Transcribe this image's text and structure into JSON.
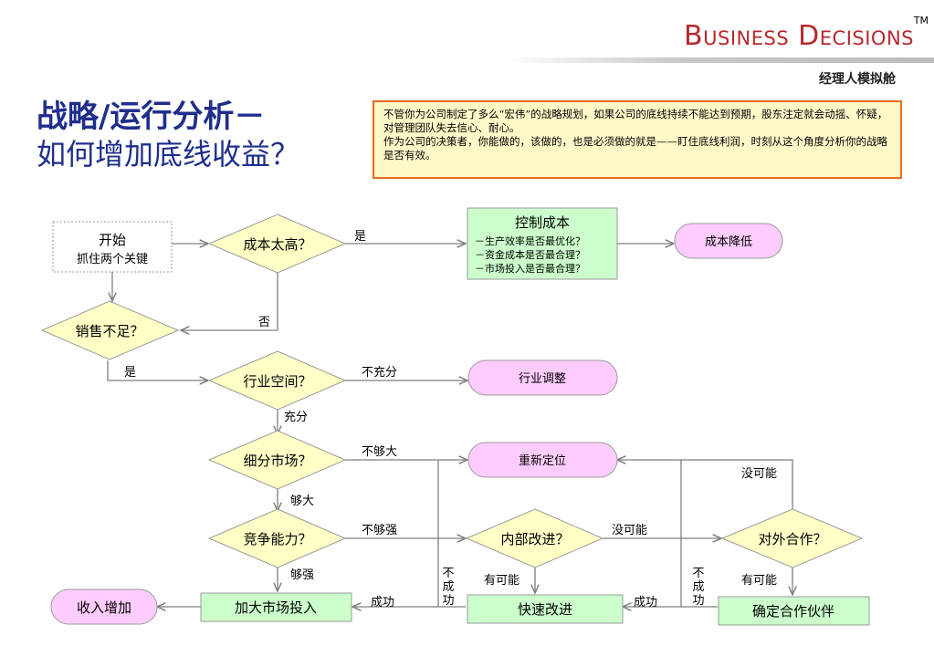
{
  "header": {
    "brand": "Business Decisions",
    "tm": "TM",
    "subtitle": "经理人模拟舱"
  },
  "title": {
    "line1": "战略/运行分析－",
    "line2": "如何增加底线收益？"
  },
  "note": {
    "p1": "不管你为公司制定了多么“宏伟”的战略规划，如果公司的底线持续不能达到预期，股东注定就会动摇、怀疑，对管理团队失去信心、耐心。",
    "p2": "作为公司的决策者，你能做的，该做的，也是必须做的就是——盯住底线利润，时刻从这个角度分析你的战略是否有效。"
  },
  "nodes": {
    "start": {
      "line1": "开始",
      "line2": "抓住两个关键"
    },
    "cost_high": "成本太高？",
    "control_cost": {
      "title": "控制成本",
      "items": [
        "－生产效率是否最优化？",
        "－资金成本是否最合理？",
        "－市场投入是否最合理？"
      ]
    },
    "cost_down": "成本降低",
    "sales_low": "销售不足？",
    "industry_space": "行业空间？",
    "industry_adjust": "行业调整",
    "segment": "细分市场？",
    "reposition": "重新定位",
    "competitive": "竞争能力？",
    "internal": "内部改进？",
    "external": "对外合作？",
    "revenue_up": "收入增加",
    "market_invest": "加大市场投入",
    "quick_improve": "快速改进",
    "partner": "确定合作伙伴"
  },
  "labels": {
    "yes1": "是",
    "no1": "否",
    "yes2": "是",
    "insufficient": "不充分",
    "sufficient": "充分",
    "not_big": "不够大",
    "big_enough": "够大",
    "not_strong": "不够强",
    "strong_enough": "够强",
    "impossible1": "没可能",
    "impossible2": "没可能",
    "possible1": "有可能",
    "possible2": "有可能",
    "fail1": "不成功",
    "fail2": "不成功",
    "success1": "成功",
    "success2": "成功"
  },
  "colors": {
    "brand": "#b8282e",
    "title": "#1f2e8c",
    "diamond": "#ffffc6",
    "rect_green": "#ccffcc",
    "pill_pink": "#ffccff",
    "note_bg": "#fff9c8",
    "note_border": "#e86a1e",
    "line": "#7f7f7f"
  }
}
